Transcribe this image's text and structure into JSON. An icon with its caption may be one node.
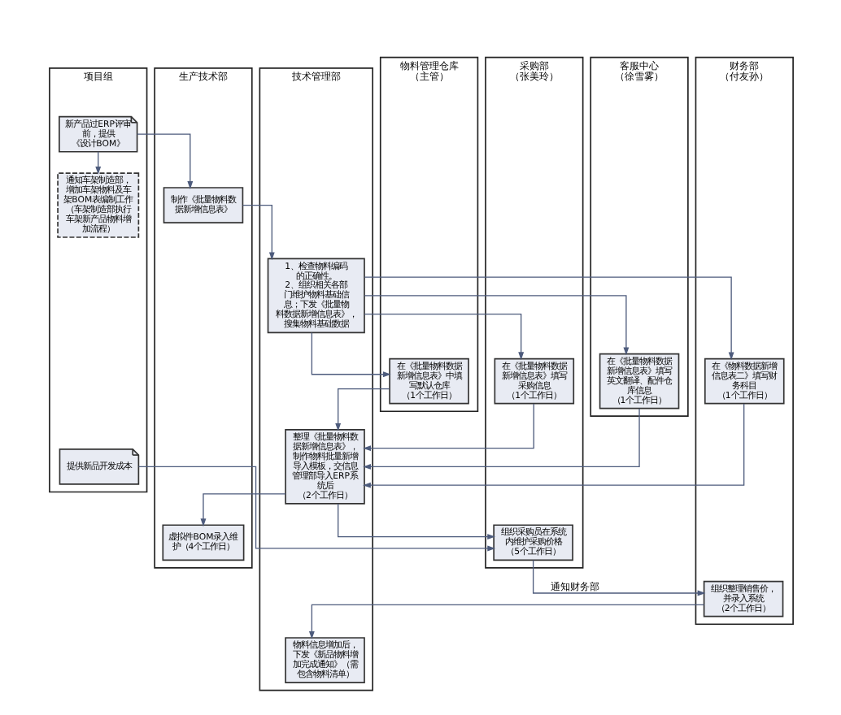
{
  "diagram": {
    "nodes": [
      {
        "text": [
          "项目组"
        ]
      },
      {
        "text": [
          "生产技术部"
        ]
      },
      {
        "text": [
          "技术管理部"
        ]
      },
      {
        "text": [
          "物料管理仓库（主管）"
        ]
      },
      {
        "text": [
          "采购部（张美玲）"
        ]
      },
      {
        "text": [
          "客服中心（徐雪雾）"
        ]
      },
      {
        "text": [
          "财务部（付友孙）"
        ]
      },
      {
        "text": [
          "新产品过ERP评审前，提供《设计BOM》"
        ],
        "in": 0
      },
      {
        "text": [
          "制作《批量物料数据新增信息表》"
        ],
        "in": 1
      },
      {
        "text": [
          "1、检查物料编码的正确性。",
          "2、组织相关各部门维护物料基础信息；下发《批量物料数据新增信息表》，搜集物料基础数据"
        ],
        "in": 2
      },
      {
        "text": [
          "通知车架制造部，增加车架物料及车架BOM表编制工作（车架制造部执行车架新产品物料增加流程）"
        ],
        "in": 0
      },
      {
        "text": [
          "在《批量物料数据新增信息表》中填写默认仓库（1个工作日）"
        ],
        "in": 3
      },
      {
        "text": [
          "在《批量物料数据新增信息表》填写采购信息（1个工作日）"
        ],
        "in": 4
      },
      {
        "text": [
          "在《批量物料数据新增信息表》填写英文翻译、配件仓库信息（1个工作日）"
        ],
        "in": 5
      },
      {
        "text": [
          "在《物料数据新增信息表二》填写财务科目（1个工作日）"
        ],
        "in": 6
      },
      {
        "text": [
          "整理《批量物料数据新增信息表》，制作物料批量新增导入模板，交信息管理部导入ERP系统后（2个工作日）"
        ],
        "in": 2
      },
      {
        "text": [
          "虚拟件BOM录入维护（4个工作日）"
        ],
        "in": 1
      },
      {
        "text": [
          "组织采购员在系统内维护采购价格（5个工作日）"
        ],
        "in": 4
      },
      {
        "text": [
          "提供新品开发成本"
        ],
        "in": 0
      },
      {
        "text": [
          "物料信息增加后，下发《新品物料增加完成通知》（需包含物料清单）"
        ],
        "in": 2
      },
      {
        "text": [
          "组织整理销售价，并录入系统（2个工作日）"
        ],
        "in": 6
      }
    ],
    "edges": [
      {
        "from": 7,
        "to": 10,
        "arrow": "to"
      },
      {
        "from": 7,
        "to": 8,
        "arrow": "to"
      },
      {
        "from": 8,
        "to": 9,
        "arrow": "to"
      },
      {
        "from": 9,
        "to": 11,
        "arrow": "to"
      },
      {
        "from": 9,
        "to": 12,
        "arrow": "to"
      },
      {
        "from": 9,
        "to": 13,
        "arrow": "to"
      },
      {
        "from": 9,
        "to": 14,
        "arrow": "to"
      },
      {
        "from": 11,
        "to": 15,
        "arrow": "to"
      },
      {
        "from": 12,
        "to": 15,
        "arrow": "to"
      },
      {
        "from": 13,
        "to": 15,
        "arrow": "to"
      },
      {
        "from": 14,
        "to": 15,
        "arrow": "to"
      },
      {
        "from": 15,
        "to": 16,
        "arrow": "to"
      },
      {
        "from": 15,
        "to": 17,
        "arrow": "to"
      },
      {
        "from": 18,
        "to": 17,
        "arrow": "to"
      },
      {
        "from": 17,
        "to": 20,
        "label": "通知财务部",
        "arrow": "to"
      },
      {
        "from": 20,
        "to": 19,
        "arrow": "to"
      }
    ]
  }
}
